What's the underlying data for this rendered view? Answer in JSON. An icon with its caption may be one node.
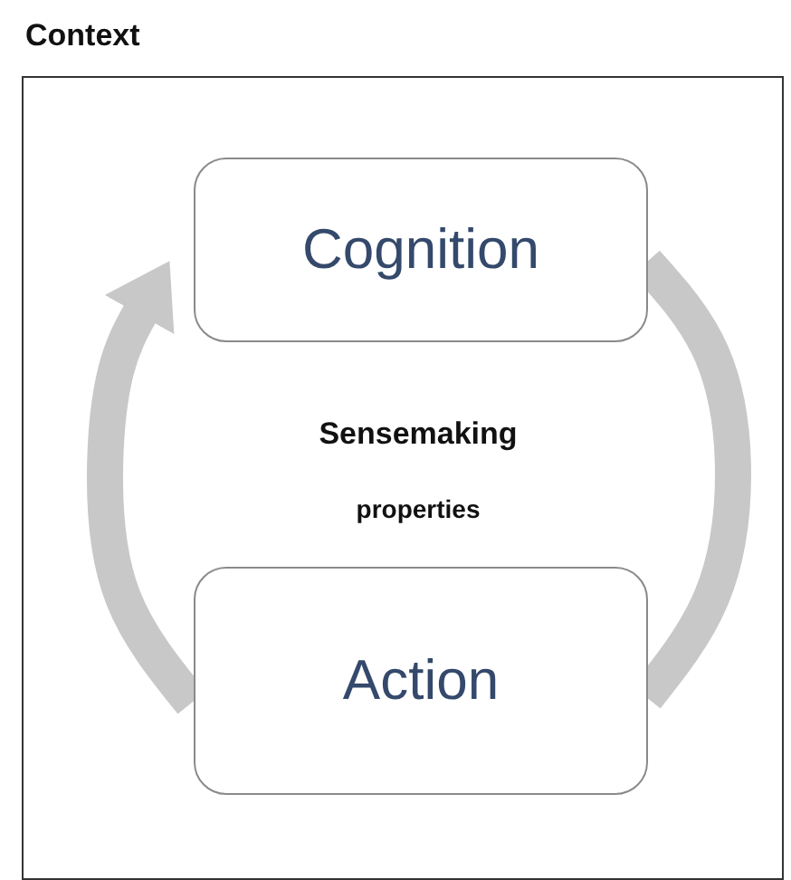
{
  "diagram": {
    "nodes": [
      {
        "text": [
          "Context"
        ]
      },
      {
        "text": [
          "Cognition"
        ],
        "in": 0
      },
      {
        "text": [
          "Action"
        ],
        "in": 0
      }
    ],
    "edges": [
      {
        "from": 1,
        "to": 2,
        "arrow": "none",
        "color": "#c8c8c8"
      },
      {
        "from": 2,
        "to": 1,
        "arrow": "to",
        "color": "#c8c8c8"
      }
    ],
    "labels": [
      "Sensemaking",
      "properties"
    ]
  }
}
